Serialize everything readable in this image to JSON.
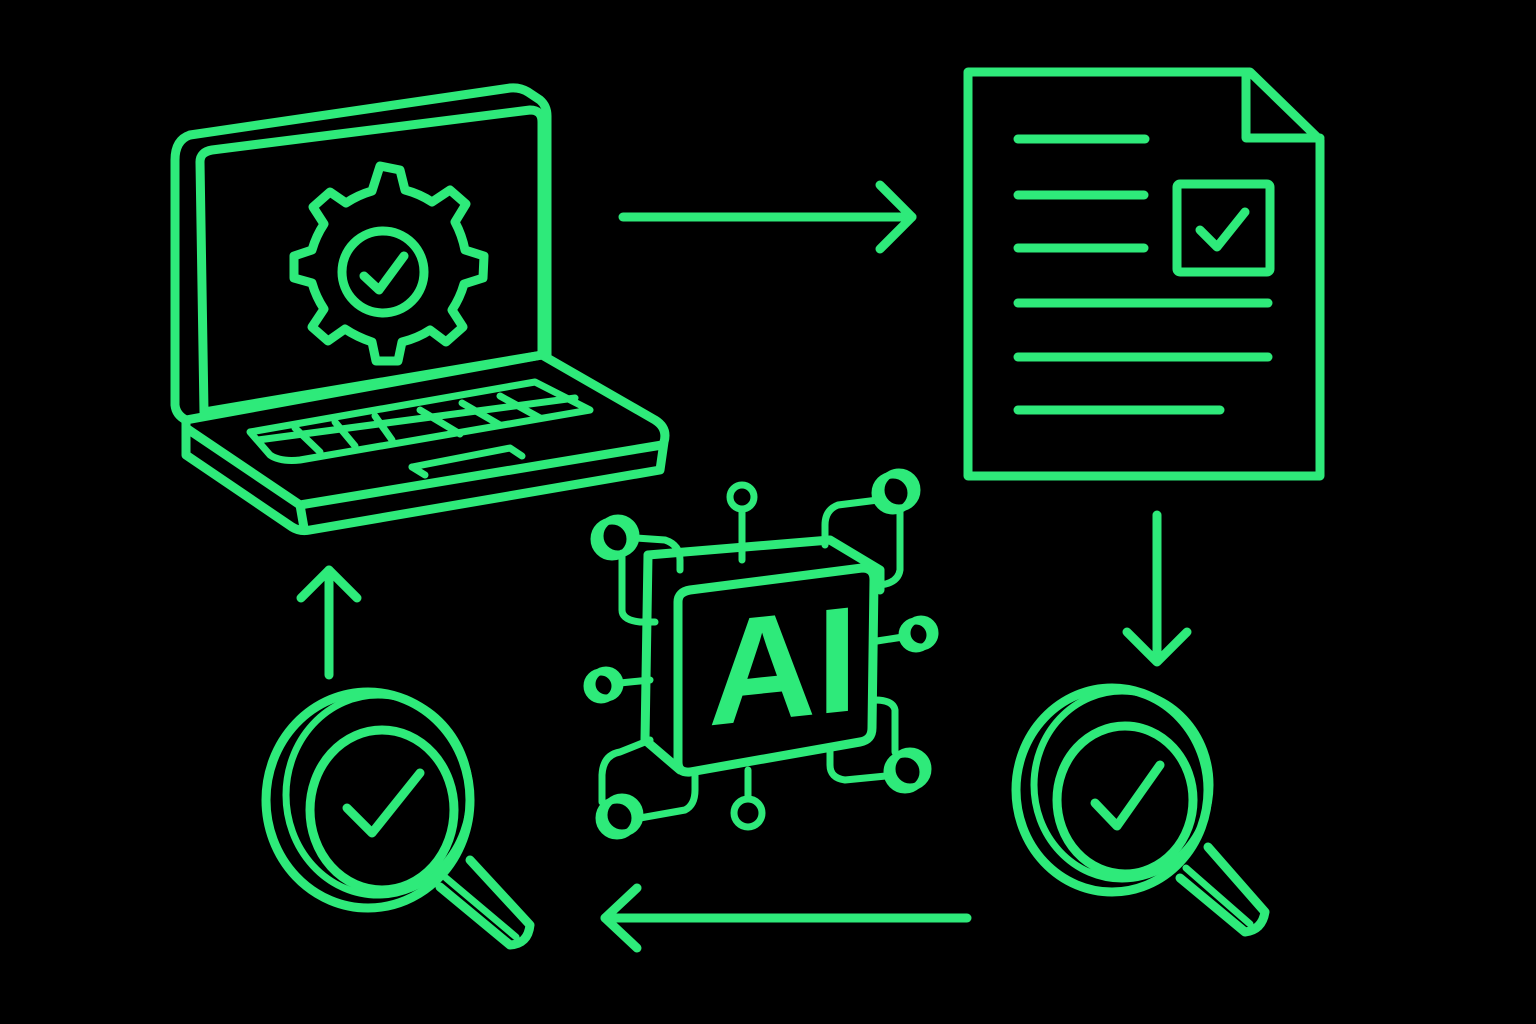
{
  "diagram": {
    "background": "#000000",
    "stroke_color": "#2EEA7A",
    "nodes": [
      {
        "id": "laptop",
        "icon": "laptop-with-gear-check-icon",
        "label": ""
      },
      {
        "id": "document",
        "icon": "document-with-checkbox-icon",
        "label": ""
      },
      {
        "id": "review-right",
        "icon": "magnifier-check-icon",
        "label": ""
      },
      {
        "id": "review-left",
        "icon": "magnifier-check-icon",
        "label": ""
      },
      {
        "id": "ai-chip",
        "icon": "ai-chip-icon",
        "label": "AI"
      }
    ],
    "edges": [
      {
        "from": "laptop",
        "to": "document",
        "direction": "right"
      },
      {
        "from": "document",
        "to": "review-right",
        "direction": "down"
      },
      {
        "from": "review-right",
        "to": "review-left",
        "direction": "left"
      },
      {
        "from": "review-left",
        "to": "laptop",
        "direction": "up"
      }
    ],
    "center": {
      "chip_text": "AI"
    }
  }
}
